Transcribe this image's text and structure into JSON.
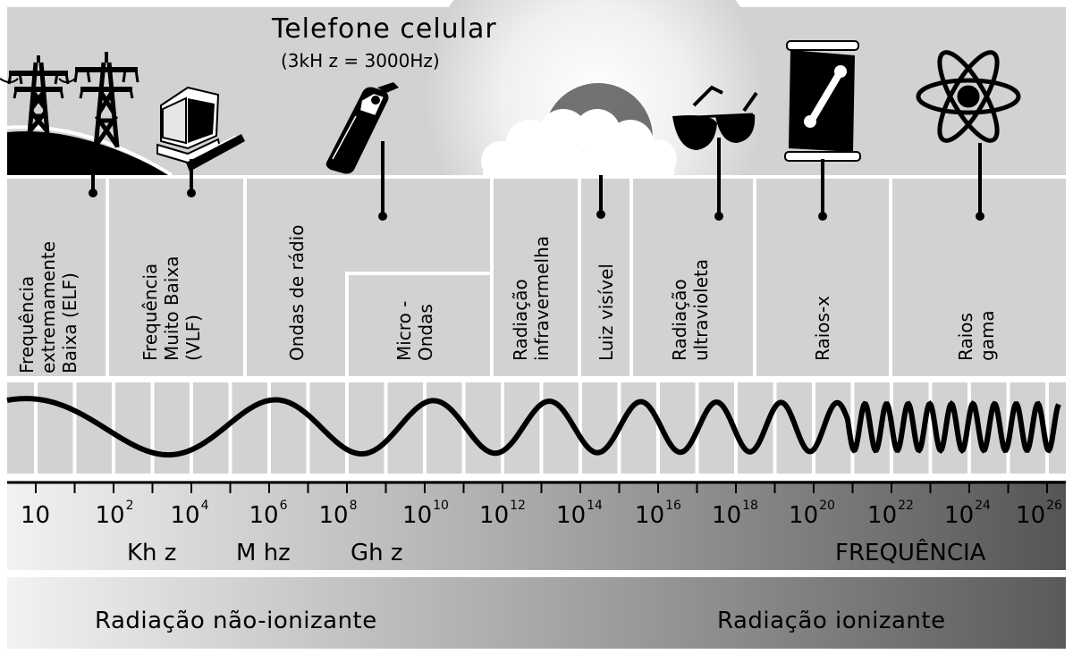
{
  "header": {
    "title": "Telefone celular",
    "subtitle": "(3kH   z =  3000Hz)"
  },
  "bands": [
    {
      "lines": [
        "Frequência",
        "extremamente",
        "Baixa  (ELF)"
      ]
    },
    {
      "lines": [
        "Frequência",
        "Muito Baixa",
        "(VLF)"
      ]
    },
    {
      "lines": [
        "Ondas de rádio"
      ]
    },
    {
      "lines": [
        "Micro -",
        "Ondas"
      ]
    },
    {
      "lines": [
        "Radiação",
        "infravermelha"
      ]
    },
    {
      "lines": [
        "Luiz visível"
      ]
    },
    {
      "lines": [
        "Radiação",
        "ultravioleta"
      ]
    },
    {
      "lines": [
        "Raios-x"
      ]
    },
    {
      "lines": [
        "Raios",
        "gama"
      ]
    }
  ],
  "scale": {
    "ticks": [
      {
        "base": "10",
        "exp": ""
      },
      {
        "base": "10",
        "exp": "2"
      },
      {
        "base": "10",
        "exp": "4"
      },
      {
        "base": "10",
        "exp": "6"
      },
      {
        "base": "10",
        "exp": "8"
      },
      {
        "base": "10",
        "exp": "10"
      },
      {
        "base": "10",
        "exp": "12"
      },
      {
        "base": "10",
        "exp": "14"
      },
      {
        "base": "10",
        "exp": "16"
      },
      {
        "base": "10",
        "exp": "18"
      },
      {
        "base": "10",
        "exp": "20"
      },
      {
        "base": "10",
        "exp": "22"
      },
      {
        "base": "10",
        "exp": "24"
      },
      {
        "base": "10",
        "exp": "26"
      }
    ],
    "units": [
      "Kh z",
      "M hz",
      "Gh z"
    ],
    "axis_label": "FREQUÊNCIA"
  },
  "radiation": {
    "non_ionizing": "Radiação  não-ionizante",
    "ionizing": "Radiação  ionizante"
  },
  "icons": [
    "power-tower-icon",
    "power-tower-icon",
    "computer-icon",
    "cell-phone-icon",
    "sun-icon",
    "cloud-icon",
    "sunglasses-icon",
    "xray-icon",
    "atom-icon"
  ],
  "colors": {
    "background": "#d2d2d2",
    "ink": "#000000",
    "divider": "#ffffff",
    "gradient_light": "#efefef",
    "gradient_dark": "#555555"
  }
}
